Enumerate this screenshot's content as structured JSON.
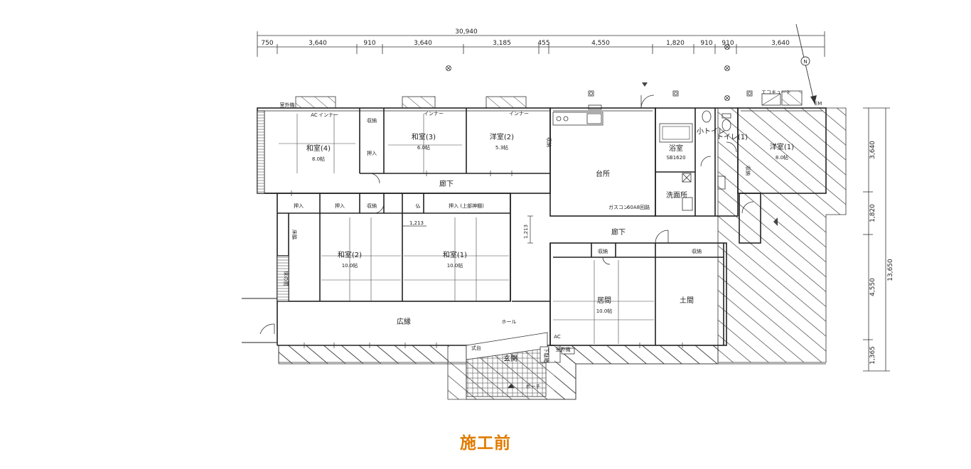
{
  "caption": "施工前",
  "dimensions": {
    "overall": "30,940",
    "top": [
      "750",
      "3,640",
      "910",
      "3,640",
      "3,185",
      "455",
      "4,550",
      "1,820",
      "910",
      "910",
      "3,640"
    ],
    "right": [
      "3,640",
      "1,820",
      "4,550",
      "1,365"
    ],
    "right_total": "13,650",
    "inner": [
      "1,213",
      "1,213"
    ]
  },
  "rooms": {
    "washitsu4": {
      "name": "和室(4)",
      "size": "8.0帖"
    },
    "washitsu3": {
      "name": "和室(3)",
      "size": "6.0帖"
    },
    "yoshitsu2": {
      "name": "洋室(2)",
      "size": "5.3帖"
    },
    "daidokoro": {
      "name": "台所"
    },
    "yokushitsu": {
      "name": "浴室",
      "note": "SB1620"
    },
    "kotoire": {
      "name": "小トイレ"
    },
    "toire": {
      "name": "トイレ(1)"
    },
    "yoshitsu1": {
      "name": "洋室(1)",
      "size": "8.0帖"
    },
    "senmenjo": {
      "name": "洗面所"
    },
    "washitsu2": {
      "name": "和室(2)",
      "size": "10.0帖"
    },
    "washitsu1": {
      "name": "和室(1)",
      "size": "10.0帖"
    },
    "ima": {
      "name": "居間",
      "size": "10.0帖"
    },
    "doma": {
      "name": "土間"
    },
    "genkan": {
      "name": "玄関"
    }
  },
  "labels": {
    "roka_top": "廊下",
    "roka_mid": "廊下",
    "hiroen": "広縁",
    "hall": "ホール",
    "oshiire": "押入",
    "shuno": "収納",
    "butsu": "仏",
    "oshiire_kamidana": "押入\n(上部神棚)",
    "tokonoma": "床の間",
    "tokowaki": "床脇",
    "porch": "ポーチ",
    "shikidai": "式台",
    "getabako": "下駄箱",
    "gaitoki": "室外機",
    "ac": "AC",
    "inter": "インナー",
    "gas": "60A8回路",
    "gas_ring": "ガスコン",
    "ecocute": "エコキュート",
    "em": "EM",
    "north": "N"
  }
}
